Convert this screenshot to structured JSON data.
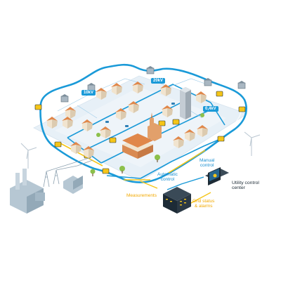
{
  "voltage_labels": {
    "v10": "10kV",
    "v20": "20kV",
    "v04": "0,4kV"
  },
  "flow_labels": {
    "automatic_control": "Automatic\ncontrol",
    "manual_control": "Manual\ncontrol",
    "measurements": "Measurements",
    "grid_status": "Grid status\n& alarms"
  },
  "control_center_label": "Utility control\ncenter",
  "colors": {
    "grid_line": "#1a9ad8",
    "ground": "#e4eef6",
    "yellow": "#f5c518",
    "dark": "#1d2b36",
    "house_wall": "#f1e4cf",
    "house_roof": "#e0874a",
    "substation": "#a9b7c2"
  },
  "icons": [
    "substation-icon",
    "wind-turbine-icon",
    "power-plant-icon",
    "server-icon",
    "workstation-icon",
    "church-icon",
    "office-tower-icon",
    "tree-icon",
    "car-icon",
    "house-icon"
  ]
}
